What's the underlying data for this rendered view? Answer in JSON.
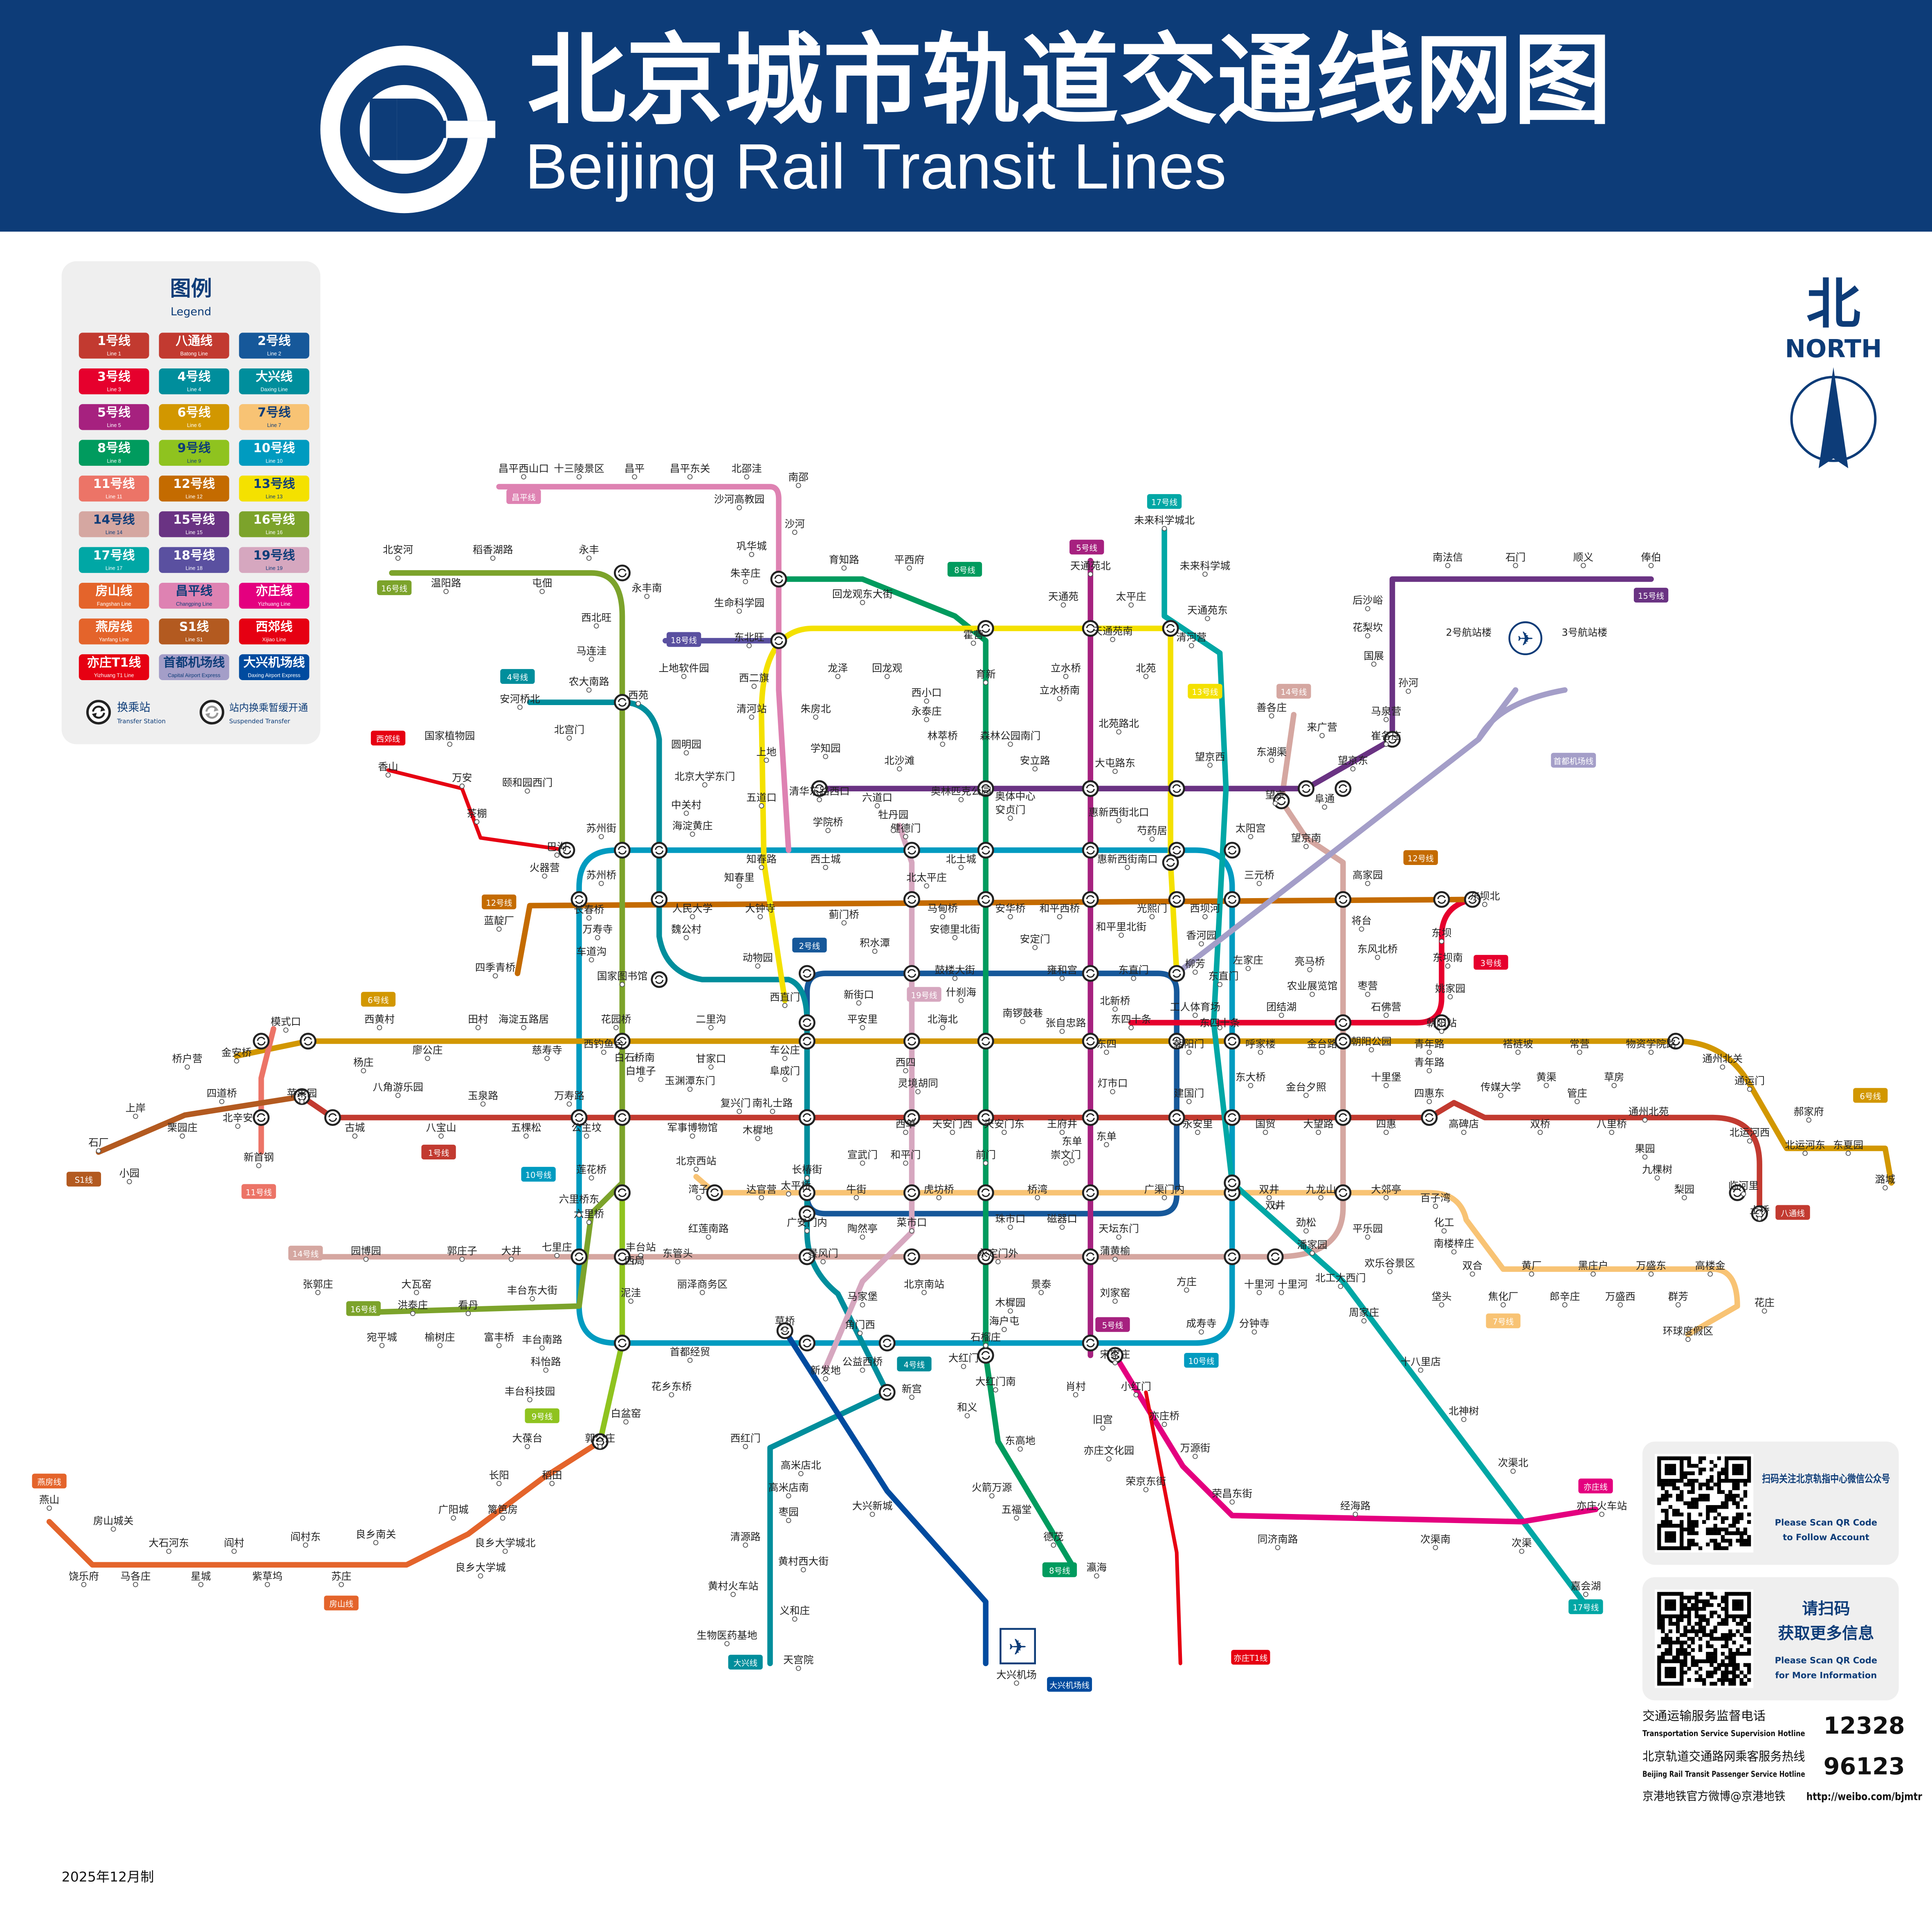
{
  "header": {
    "title_zh": "北京城市轨道交通线网图",
    "title_en": "Beijing Rail Transit Lines",
    "bg_color": "#0d3c78"
  },
  "north": {
    "zh": "北",
    "en": "NORTH"
  },
  "legend": {
    "title_zh": "图例",
    "title_en": "Legend",
    "lines": [
      {
        "zh": "1号线",
        "en": "Line 1",
        "color": "#c23a30",
        "text": "#ffffff"
      },
      {
        "zh": "八通线",
        "en": "Batong Line",
        "color": "#c23a30",
        "text": "#ffffff"
      },
      {
        "zh": "2号线",
        "en": "Line 2",
        "color": "#16589a",
        "text": "#ffffff"
      },
      {
        "zh": "3号线",
        "en": "Line 3",
        "color": "#e6002d",
        "text": "#ffffff"
      },
      {
        "zh": "4号线",
        "en": "Line 4",
        "color": "#008e9c",
        "text": "#ffffff"
      },
      {
        "zh": "大兴线",
        "en": "Daxing Line",
        "color": "#008e9c",
        "text": "#ffffff"
      },
      {
        "zh": "5号线",
        "en": "Line 5",
        "color": "#a6217f",
        "text": "#ffffff"
      },
      {
        "zh": "6号线",
        "en": "Line 6",
        "color": "#d29700",
        "text": "#ffffff"
      },
      {
        "zh": "7号线",
        "en": "Line 7",
        "color": "#f8c374",
        "text": "#0d3c78"
      },
      {
        "zh": "8号线",
        "en": "Line 8",
        "color": "#009b5e",
        "text": "#ffffff"
      },
      {
        "zh": "9号线",
        "en": "Line 9",
        "color": "#8fc31f",
        "text": "#0d3c78"
      },
      {
        "zh": "10号线",
        "en": "Line 10",
        "color": "#009bc0",
        "text": "#ffffff"
      },
      {
        "zh": "11号线",
        "en": "Line 11",
        "color": "#ec7467",
        "text": "#ffffff"
      },
      {
        "zh": "12号线",
        "en": "Line 12",
        "color": "#c46b00",
        "text": "#ffffff"
      },
      {
        "zh": "13号线",
        "en": "Line 13",
        "color": "#f4e100",
        "text": "#0d3c78"
      },
      {
        "zh": "14号线",
        "en": "Line 14",
        "color": "#d5a7a1",
        "text": "#0d3c78"
      },
      {
        "zh": "15号线",
        "en": "Line 15",
        "color": "#6a3383",
        "text": "#ffffff"
      },
      {
        "zh": "16号线",
        "en": "Line 16",
        "color": "#7ca32b",
        "text": "#ffffff"
      },
      {
        "zh": "17号线",
        "en": "Line 17",
        "color": "#00a7a5",
        "text": "#ffffff"
      },
      {
        "zh": "18号线",
        "en": "Line 18",
        "color": "#5a50a0",
        "text": "#ffffff"
      },
      {
        "zh": "19号线",
        "en": "Line 19",
        "color": "#d6a7bf",
        "text": "#0d3c78"
      },
      {
        "zh": "房山线",
        "en": "Fangshan Line",
        "color": "#e4642b",
        "text": "#ffffff"
      },
      {
        "zh": "昌平线",
        "en": "Changping Line",
        "color": "#de82b2",
        "text": "#0d3c78"
      },
      {
        "zh": "亦庄线",
        "en": "Yizhuang Line",
        "color": "#e4007f",
        "text": "#ffffff"
      },
      {
        "zh": "燕房线",
        "en": "Yanfang Line",
        "color": "#e4642b",
        "text": "#ffffff"
      },
      {
        "zh": "S1线",
        "en": "Line S1",
        "color": "#b35a20",
        "text": "#ffffff"
      },
      {
        "zh": "西郊线",
        "en": "Xijiao Line",
        "color": "#e60012",
        "text": "#ffffff"
      },
      {
        "zh": "亦庄T1线",
        "en": "Yizhuang T1 Line",
        "color": "#e60012",
        "text": "#ffffff"
      },
      {
        "zh": "首都机场线",
        "en": "Capital Airport Express",
        "color": "#a49ec8",
        "text": "#0d3c78"
      },
      {
        "zh": "大兴机场线",
        "en": "Daxing Airport Express",
        "color": "#004b9f",
        "text": "#ffffff"
      }
    ],
    "transfer_zh": "换乘站",
    "transfer_en": "Transfer Station",
    "suspended_zh": "站内换乘暂缓开通",
    "suspended_en": "Suspended Transfer"
  },
  "map": {
    "line_colors": {
      "l1": "#c23a30",
      "batong": "#c23a30",
      "l2": "#16589a",
      "l3": "#e6002d",
      "l4": "#008e9c",
      "l5": "#a6217f",
      "l6": "#d29700",
      "l7": "#f8c374",
      "l8": "#009b5e",
      "l9": "#8fc31f",
      "l10": "#009bc0",
      "l11": "#ec7467",
      "l12": "#c46b00",
      "l13": "#f4e100",
      "l14": "#d5a7a1",
      "l15": "#6a3383",
      "l16": "#7ca32b",
      "l17": "#00a7a5",
      "l18": "#5a50a0",
      "l19": "#d6a7bf",
      "fangshan": "#e4642b",
      "yanfang": "#e4642b",
      "changping": "#de82b2",
      "yizhuang": "#e4007f",
      "s1": "#b35a20",
      "xijiao": "#e60012",
      "t1": "#e60012",
      "capital": "#a49ec8",
      "daxing_airport": "#004b9f"
    },
    "badges": [
      "16号线",
      "4号线",
      "12号线",
      "6号线",
      "10号线",
      "1号线",
      "11号线",
      "14号线",
      "16号线",
      "9号线",
      "18号线",
      "8号线",
      "5号线",
      "17号线",
      "13号线",
      "14号线",
      "15号线",
      "12号线",
      "3号线",
      "2号线",
      "19号线",
      "6号线",
      "7号线",
      "4号线",
      "5号线",
      "10号线",
      "8号线",
      "17号线",
      "大兴线",
      "亦庄线",
      "亦庄T1线",
      "八通线",
      "房山线",
      "燕房线",
      "S1线",
      "西郊线",
      "昌平线",
      "首都机场线",
      "大兴机场线"
    ],
    "airport_terminals": [
      "2号航站楼",
      "3号航站楼"
    ],
    "stations": [
      "北安河",
      "温阳路",
      "稻香湖路",
      "屯佃",
      "永丰",
      "永丰南",
      "西北旺",
      "马连洼",
      "农大南路",
      "西苑",
      "安河桥北",
      "北宫门",
      "国家植物园",
      "香山",
      "万安",
      "颐和园西门",
      "茶棚",
      "巴沟",
      "火器营",
      "长春桥",
      "万寿寺",
      "车道沟",
      "蓝靛厂",
      "四季青桥",
      "苏州街",
      "苏州桥",
      "人民大学",
      "魏公村",
      "海淀黄庄",
      "中关村",
      "北京大学东门",
      "圆明园",
      "国家图书馆",
      "动物园",
      "西直门",
      "车公庄",
      "阜成门",
      "西单",
      "天安门西",
      "天安门东",
      "王府井",
      "东单",
      "建国门",
      "永安里",
      "国贸",
      "大望路",
      "四惠",
      "四惠东",
      "高碑店",
      "传媒大学",
      "双桥",
      "管庄",
      "八里桥",
      "通州北苑",
      "果园",
      "九棵树",
      "梨园",
      "临河里",
      "土桥",
      "花庄",
      "环球度假区",
      "潞城",
      "东夏园",
      "北运河东",
      "郝家府",
      "北运河西",
      "通运门",
      "通州北关",
      "物资学院路",
      "草房",
      "常营",
      "黄渠",
      "褡裢坡",
      "青年路",
      "十里堡",
      "金台路",
      "呼家楼",
      "朝阳门",
      "东四",
      "南锣鼓巷",
      "北海北",
      "平安里",
      "二里沟",
      "花园桥",
      "慈寿寺",
      "海淀五路居",
      "田村",
      "廖公庄",
      "西黄村",
      "杨庄",
      "金安桥",
      "苹果园",
      "古城",
      "八角游乐园",
      "八宝山",
      "玉泉路",
      "五棵松",
      "万寿路",
      "公主坟",
      "军事博物馆",
      "木樨地",
      "南礼士路",
      "石厂",
      "小园",
      "栗园庄",
      "上岸",
      "桥户营",
      "四道桥",
      "北辛安",
      "新首钢",
      "模式口",
      "六里桥",
      "七里庄",
      "丰台东大街",
      "丰台南路",
      "科怡路",
      "丰台科技园",
      "郭公庄",
      "大葆台",
      "稻田",
      "长阳",
      "篱笆房",
      "广阳城",
      "良乡大学城北",
      "良乡大学城",
      "良乡南关",
      "苏庄",
      "阎村东",
      "紫草坞",
      "阎村",
      "星城",
      "大石河东",
      "马各庄",
      "饶乐府",
      "房山城关",
      "燕山",
      "大瓦窑",
      "郭庄子",
      "大井",
      "园博园",
      "张郭庄",
      "宛平城",
      "榆树庄",
      "洪泰庄",
      "看丹",
      "富丰桥",
      "菜市口",
      "陶然亭",
      "北京南站",
      "马家堡",
      "角门西",
      "公益西桥",
      "新宫",
      "天坛东门",
      "蒲黄榆",
      "刘家窑",
      "宋家庄",
      "肖村",
      "小红门",
      "旧宫",
      "亦庄桥",
      "亦庄文化园",
      "万源街",
      "荣京东街",
      "荣昌东街",
      "同济南路",
      "经海路",
      "次渠南",
      "次渠",
      "次渠北",
      "亦庄火车站",
      "嘉会湖",
      "北神树",
      "十八里店",
      "周家庄",
      "十里河",
      "方庄",
      "分钟寺",
      "成寿寺",
      "大红门",
      "和义",
      "东高地",
      "火箭万源",
      "五福堂",
      "德茂",
      "瀛海",
      "大兴新城",
      "高米店北",
      "高米店南",
      "枣园",
      "清源路",
      "黄村西大街",
      "黄村火车站",
      "义和庄",
      "生物医药基地",
      "天宫院",
      "大兴机场",
      "西红门",
      "草桥",
      "北京西站",
      "湾子",
      "达官营",
      "广安门内",
      "牛街",
      "虎坊桥",
      "珠市口",
      "桥湾",
      "磁器口",
      "广渠门内",
      "双井",
      "九龙山",
      "大郊亭",
      "百子湾",
      "化工",
      "南楼梓庄",
      "欢乐谷景区",
      "垡头",
      "双合",
      "焦化厂",
      "黄厂",
      "郎辛庄",
      "黑庄户",
      "万盛西",
      "万盛东",
      "群芳",
      "高楼金",
      "天通苑北",
      "天通苑",
      "天通苑南",
      "立水桥南",
      "北苑路北",
      "大屯路东",
      "惠新西街北口",
      "惠新西街南口",
      "和平西桥",
      "和平里北街",
      "雍和宫",
      "北新桥",
      "张自忠路",
      "灯市口",
      "未来科学城北",
      "未来科学城",
      "天通苑东",
      "清河营",
      "太平庄",
      "善各庄",
      "来广营",
      "东湖渠",
      "望京东",
      "阜通",
      "望京",
      "望京南",
      "崔各庄",
      "马泉营",
      "孙河",
      "国展",
      "花梨坎",
      "后沙峪",
      "南法信",
      "石门",
      "顺义",
      "俸伯",
      "将台",
      "高家园",
      "东风北桥",
      "枣营",
      "朝阳公园",
      "三元桥",
      "亮马桥",
      "农业展览馆",
      "团结湖",
      "东大桥",
      "工人体育场",
      "朝阳站",
      "姚家园",
      "东坝南",
      "东坝",
      "东坝北",
      "石佛营",
      "太阳宫",
      "左家庄",
      "西坝河",
      "安贞门",
      "北土城",
      "健德门",
      "牡丹园",
      "西土城",
      "安华桥",
      "安德里北街",
      "鼓楼大街",
      "积水潭",
      "蓟门桥",
      "北太平庄",
      "马甸桥",
      "什刹海",
      "新街口",
      "安定门",
      "育新",
      "林萃桥",
      "森林公园南门",
      "奥林匹克公园",
      "奥体中心",
      "安立路",
      "北沙滩",
      "六道口",
      "学院桥",
      "清华东路西口",
      "西小口",
      "永泰庄",
      "朱房北",
      "清河站",
      "学知园",
      "育知路",
      "平西府",
      "回龙观东大街",
      "霍营",
      "龙泽",
      "回龙观",
      "东北旺",
      "上地软件园",
      "昌平西山口",
      "十三陵景区",
      "昌平",
      "昌平东关",
      "北邵洼",
      "南邵",
      "沙河高教园",
      "沙河",
      "巩华城",
      "朱辛庄",
      "生命科学园",
      "西二旗",
      "立水桥",
      "北苑",
      "望京西",
      "芍药居",
      "光熙门",
      "柳芳",
      "东直门",
      "上地",
      "五道口",
      "知春路",
      "大钟寺",
      "知春里",
      "西四",
      "灵境胡同",
      "宣武门",
      "和平门",
      "前门",
      "崇文门",
      "东四十条",
      "东单",
      "西钓鱼台",
      "白石桥南",
      "白堆子",
      "甘家口",
      "玉渊潭东门",
      "复兴门",
      "长椿街",
      "太平桥",
      "丰台站",
      "泥洼",
      "西局",
      "东管头",
      "丽泽商务区",
      "红莲南路",
      "六里桥东",
      "莲花桥",
      "首都经贸",
      "花乡东桥",
      "白盆窑",
      "新发地",
      "景风门",
      "永定门外",
      "景泰",
      "木樨园",
      "海户屯",
      "石榴庄",
      "大红门南",
      "东直门",
      "香河园",
      "东四十条",
      "金台夕照",
      "劲松",
      "潘家园",
      "平乐园",
      "北工大西门",
      "十里河",
      "双井",
      "青年路"
    ]
  },
  "qr_panels": [
    {
      "zh": "扫码关注北京轨指中心微信公众号",
      "en1": "Please Scan QR Code",
      "en2": "to Follow Account"
    },
    {
      "zh1": "请扫码",
      "zh2": "获取更多信息",
      "en1": "Please Scan QR Code",
      "en2": "for More Information"
    }
  ],
  "hotlines": [
    {
      "zh": "交通运输服务监督电话",
      "en": "Transportation Service Supervision Hotline",
      "number": "12328"
    },
    {
      "zh": "北京轨道交通路网乘客服务热线",
      "en": "Beijing Rail Transit Passenger Service Hotline",
      "number": "96123"
    }
  ],
  "weibo": {
    "label": "京港地铁官方微博@京港地铁",
    "url": "http://weibo.com/bjmtr"
  },
  "date": "2025年12月制"
}
